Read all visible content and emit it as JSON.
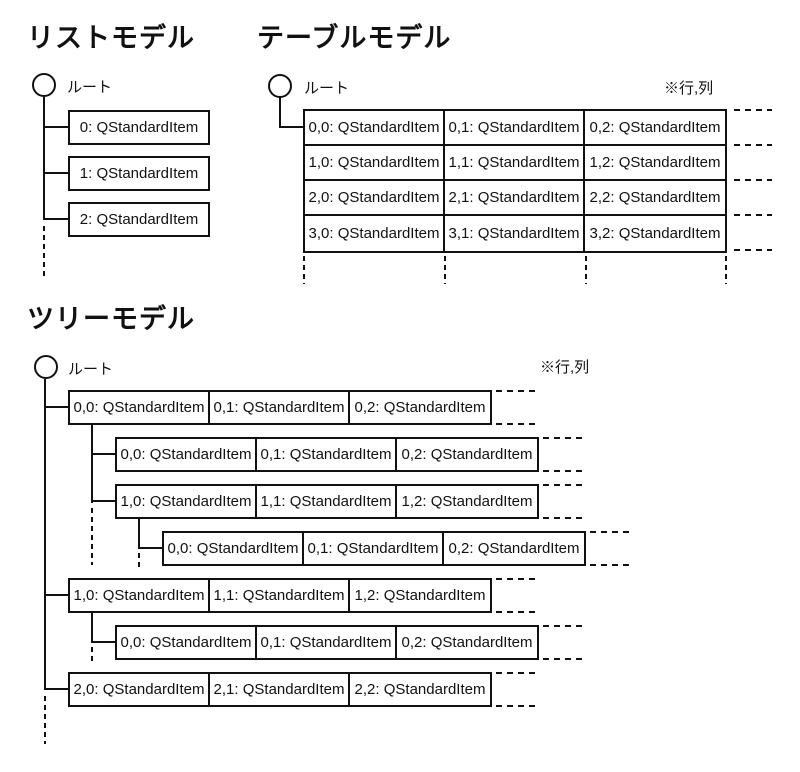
{
  "models": {
    "list": {
      "title": "リストモデル",
      "root_label": "ルート",
      "items": [
        "0: QStandardItem",
        "1: QStandardItem",
        "2: QStandardItem"
      ]
    },
    "table": {
      "title": "テーブルモデル",
      "root_label": "ルート",
      "note": "※行,列",
      "rows": [
        [
          "0,0: QStandardItem",
          "0,1: QStandardItem",
          "0,2: QStandardItem"
        ],
        [
          "1,0: QStandardItem",
          "1,1: QStandardItem",
          "1,2: QStandardItem"
        ],
        [
          "2,0: QStandardItem",
          "2,1: QStandardItem",
          "2,2: QStandardItem"
        ],
        [
          "3,0: QStandardItem",
          "3,1: QStandardItem",
          "3,2: QStandardItem"
        ]
      ]
    },
    "tree": {
      "title": "ツリーモデル",
      "root_label": "ルート",
      "note": "※行,列",
      "rows": [
        {
          "level": 0,
          "cells": [
            "0,0: QStandardItem",
            "0,1: QStandardItem",
            "0,2: QStandardItem"
          ]
        },
        {
          "level": 1,
          "cells": [
            "0,0: QStandardItem",
            "0,1: QStandardItem",
            "0,2: QStandardItem"
          ]
        },
        {
          "level": 1,
          "cells": [
            "1,0: QStandardItem",
            "1,1: QStandardItem",
            "1,2: QStandardItem"
          ]
        },
        {
          "level": 2,
          "cells": [
            "0,0: QStandardItem",
            "0,1: QStandardItem",
            "0,2: QStandardItem"
          ]
        },
        {
          "level": 0,
          "cells": [
            "1,0: QStandardItem",
            "1,1: QStandardItem",
            "1,2: QStandardItem"
          ]
        },
        {
          "level": 1,
          "cells": [
            "0,0: QStandardItem",
            "0,1: QStandardItem",
            "0,2: QStandardItem"
          ]
        },
        {
          "level": 0,
          "cells": [
            "2,0: QStandardItem",
            "2,1: QStandardItem",
            "2,2: QStandardItem"
          ]
        }
      ]
    }
  },
  "colors": {
    "line": "#111111",
    "background": "#ffffff"
  }
}
